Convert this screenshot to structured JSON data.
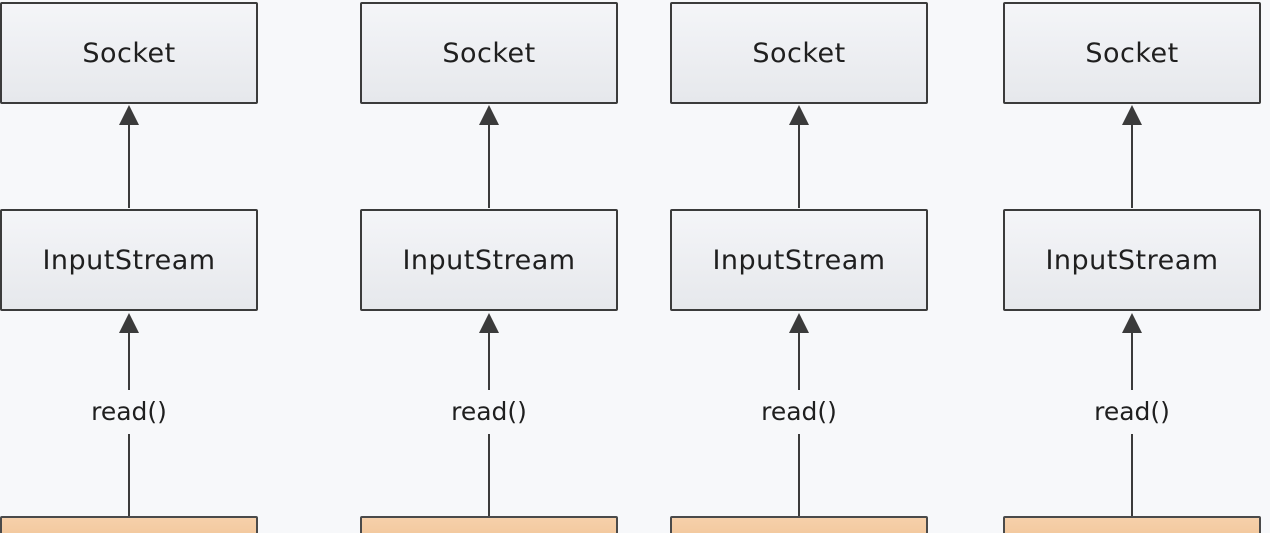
{
  "columns": [
    {
      "top_label": "Socket",
      "middle_label": "InputStream",
      "edge_label": "read()"
    },
    {
      "top_label": "Socket",
      "middle_label": "InputStream",
      "edge_label": "read()"
    },
    {
      "top_label": "Socket",
      "middle_label": "InputStream",
      "edge_label": "read()"
    },
    {
      "top_label": "Socket",
      "middle_label": "InputStream",
      "edge_label": "read()"
    }
  ],
  "colors": {
    "box_fill": "#e9ebef",
    "box_border": "#3b3b3b",
    "bottom_box_fill": "#f2c79d",
    "background": "#f7f8fa"
  }
}
